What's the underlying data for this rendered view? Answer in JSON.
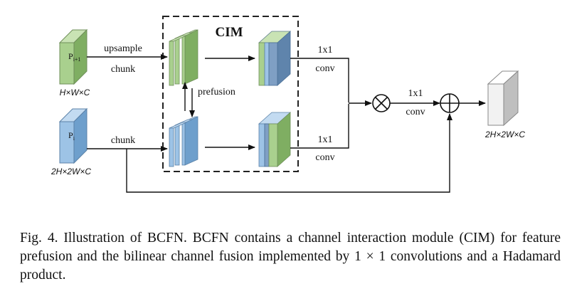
{
  "diagram": {
    "module_title": "CIM",
    "labels": {
      "upsample": "upsample",
      "chunk_top": "chunk",
      "chunk_bottom": "chunk",
      "prefusion": "prefusion",
      "conv_top_1": "1x1",
      "conv_top_2": "conv",
      "conv_bottom_1": "1x1",
      "conv_bottom_2": "conv",
      "conv_mid_1": "1x1",
      "conv_mid_2": "conv"
    },
    "inputs": {
      "top_label_main": "P",
      "top_label_sub": "i+1",
      "top_dims": "H×W×C",
      "bottom_label_main": "P",
      "bottom_label_sub": "i",
      "bottom_dims": "2H×2W×C"
    },
    "output_dims": "2H×2W×C",
    "symbols": {
      "multiply": "⊗",
      "add": "⊕"
    },
    "colors": {
      "green_front": "#a9d08e",
      "green_top": "#c9e3b4",
      "green_side": "#7fae62",
      "blue_front": "#9dc3e6",
      "blue_top": "#c3dbf1",
      "blue_side": "#6e9fcc",
      "steel_front": "#7f9fc4",
      "gray_front": "#f2f2f2",
      "gray_top": "#ffffff",
      "gray_side": "#bfbfbf"
    }
  },
  "caption": "Fig. 4.  Illustration of BCFN. BCFN contains a channel interaction module (CIM) for feature prefusion and the bilinear channel fusion implemented by 1 × 1 convolutions and a Hadamard product."
}
